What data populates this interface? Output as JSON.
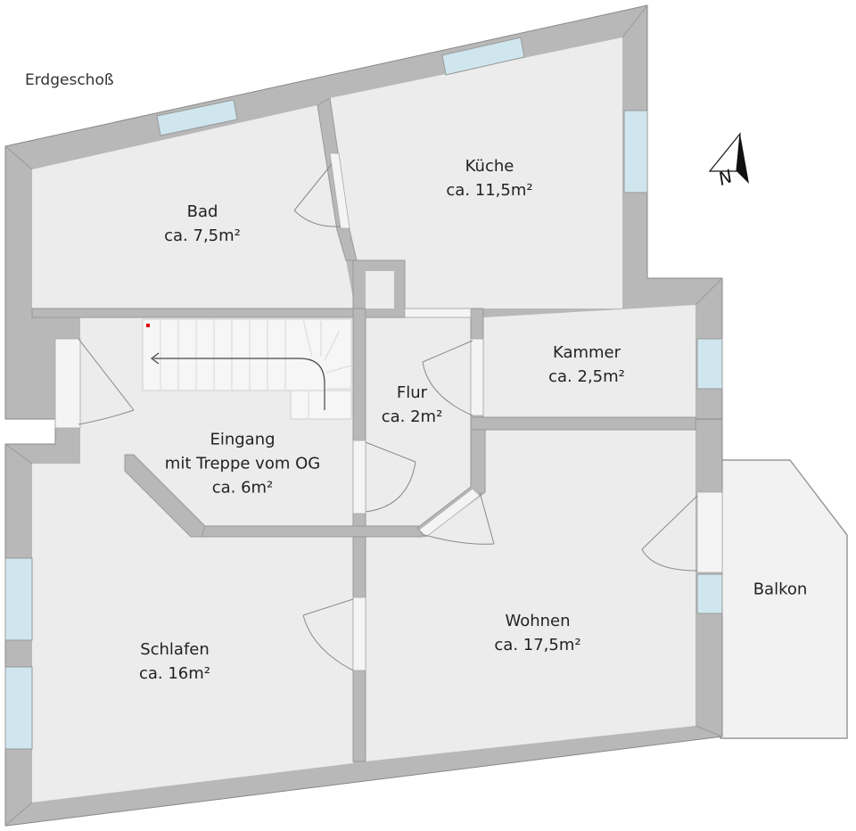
{
  "floor_title": "Erdgeschoß",
  "north_letter": "N",
  "rooms": {
    "bad": {
      "name": "Bad",
      "area": "ca. 7,5m²"
    },
    "kueche": {
      "name": "Küche",
      "area": "ca. 11,5m²"
    },
    "kammer": {
      "name": "Kammer",
      "area": "ca. 2,5m²"
    },
    "flur": {
      "name": "Flur",
      "area": "ca. 2m²"
    },
    "eingang": {
      "name": "Eingang",
      "subtitle": "mit Treppe vom OG",
      "area": "ca. 6m²"
    },
    "schlafen": {
      "name": "Schlafen",
      "area": "ca. 16m²"
    },
    "wohnen": {
      "name": "Wohnen",
      "area": "ca. 17,5m²"
    },
    "balkon": {
      "name": "Balkon"
    }
  },
  "colors": {
    "wall": "#b8b8b8",
    "floor": "#ececec",
    "window": "#cfe6ee",
    "balcony": "#f2f2f2",
    "line": "#777777"
  }
}
